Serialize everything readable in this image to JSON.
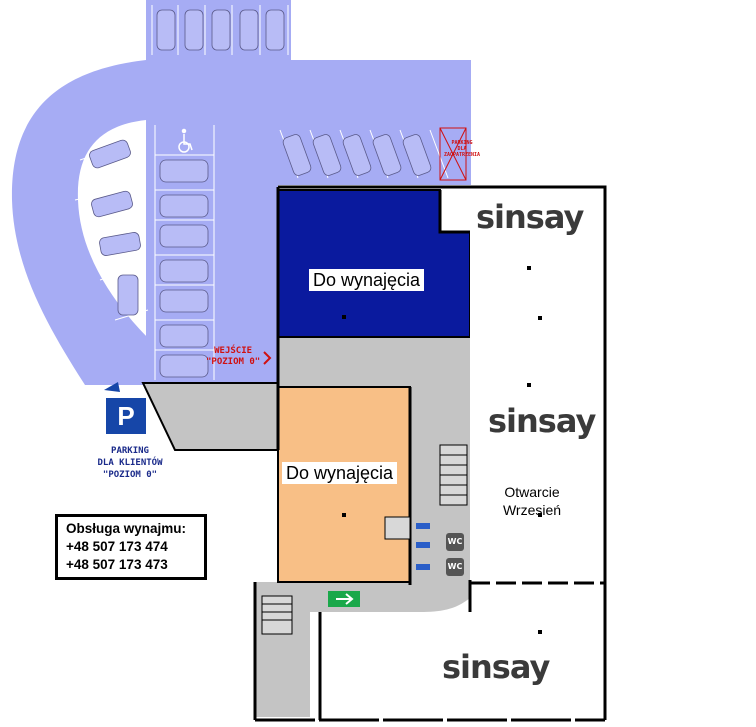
{
  "units": [
    {
      "id": "blue",
      "label": "Do wynajęcia",
      "color": "#0a1a9e"
    },
    {
      "id": "orange",
      "label": "Do wynajęcia",
      "color": "#f8bf86"
    }
  ],
  "brand": {
    "name": "sinsay",
    "occurrences": 3
  },
  "opening": {
    "line1": "Otwarcie",
    "line2": "Wrzesień"
  },
  "contact": {
    "title": "Obsługa wynajmu:",
    "phone1": "+48 507 173 474",
    "phone2": "+48 507 173 473"
  },
  "parking": {
    "symbol": "P",
    "line1": "PARKING",
    "line2": "DLA KLIENTÓW",
    "line3": "\"POZIOM 0\"",
    "entrance_line1": "WEJŚCIE",
    "entrance_line2": "\"POZIOM 0\"",
    "supply_line1": "PARKING",
    "supply_line2": "DLA",
    "supply_line3": "ZAOPATRZENIA"
  },
  "restrooms": {
    "label": "WC"
  },
  "colors": {
    "parking": "#a6acf4",
    "corridor": "#c4c4c4",
    "retail": "#ffffff",
    "walls": "#000000",
    "emergency_exit": "#1aa84a"
  }
}
